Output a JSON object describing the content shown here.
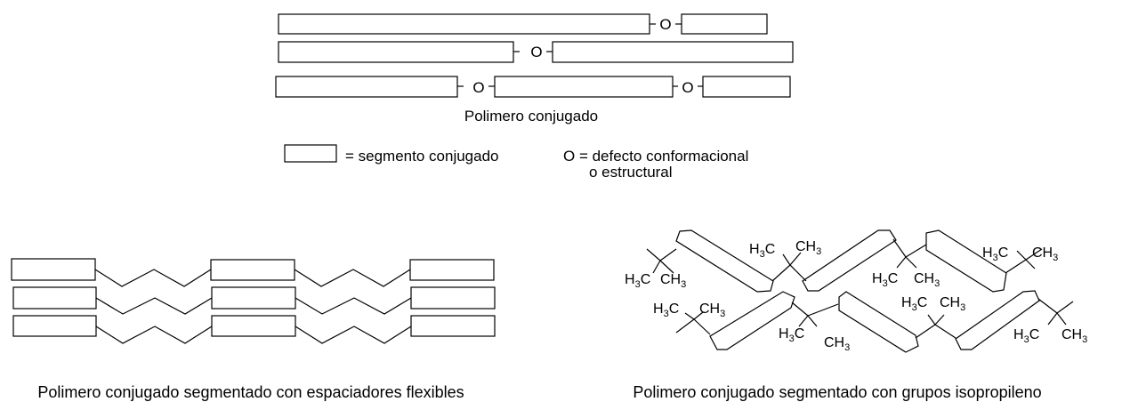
{
  "defect_symbol": "O",
  "top_caption": "Polimero conjugado",
  "legend": {
    "segment_label": "= segmento conjugado",
    "defect_label_line1": "O = defecto conformacional",
    "defect_label_line2": "o estructural"
  },
  "methyl_group": {
    "base": "H",
    "subscript": "3",
    "carbon": "C"
  },
  "ch3_group": {
    "prefix": "CH",
    "subscript": "3"
  },
  "left_caption": "Polimero conjugado segmentado con espaciadores flexibles",
  "right_caption": "Polimero conjugado segmentado con grupos isopropileno"
}
